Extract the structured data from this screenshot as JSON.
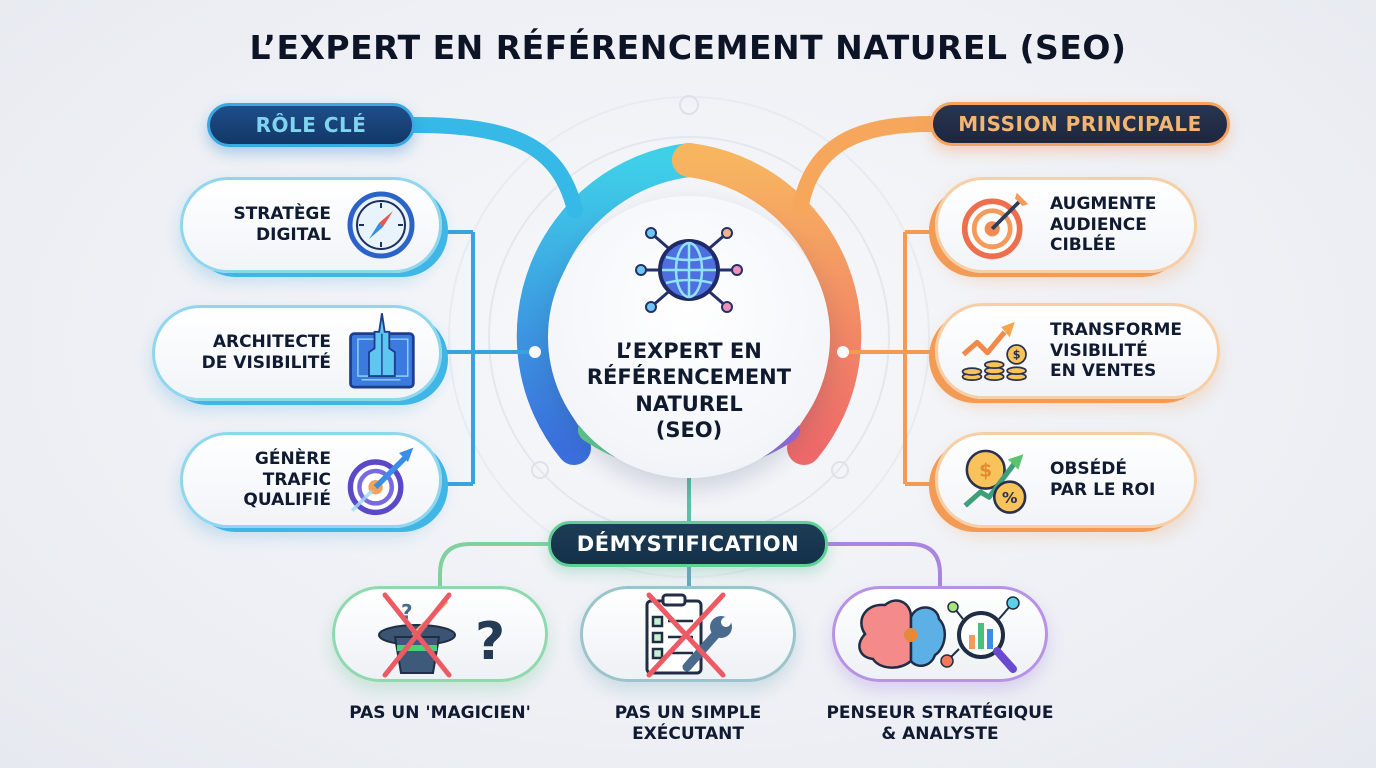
{
  "title": "L’EXPERT EN RÉFÉRENCEMENT NATUREL (SEO)",
  "center": {
    "label": "L’EXPERT EN RÉFÉRENCEMENT NATUREL (SEO)",
    "lines": [
      "L’EXPERT EN",
      "RÉFÉRENCEMENT",
      "NATUREL",
      "(SEO)"
    ],
    "icon": "globe-network-icon"
  },
  "role": {
    "header": "RÔLE CLÉ",
    "color": "#39a8e2",
    "items": [
      {
        "lines": [
          "STRATÈGE",
          "DIGITAL"
        ],
        "icon": "compass-icon"
      },
      {
        "lines": [
          "ARCHITECTE",
          "DE VISIBILITÉ"
        ],
        "icon": "skyscraper-blueprint-icon"
      },
      {
        "lines": [
          "GÉNÈRE",
          "TRAFIC",
          "QUALIFIÉ"
        ],
        "icon": "target-arrow-icon"
      }
    ]
  },
  "mission": {
    "header": "MISSION PRINCIPALE",
    "color": "#f4a45e",
    "items": [
      {
        "lines": [
          "AUGMENTE",
          "AUDIENCE",
          "CIBLÉE"
        ],
        "icon": "bullseye-dart-icon"
      },
      {
        "lines": [
          "TRANSFORME",
          "VISIBILITÉ",
          "EN VENTES"
        ],
        "icon": "growth-coins-icon"
      },
      {
        "lines": [
          "OBSÉDÉ",
          "PAR LE ROI"
        ],
        "icon": "roi-dollar-percent-icon"
      }
    ]
  },
  "demystification": {
    "header": "DÉMYSTIFICATION",
    "items": [
      {
        "lines": [
          "PAS UN 'MAGICIEN'"
        ],
        "icon": "crossed-magic-hat-icon",
        "color": "#7fd1a0"
      },
      {
        "lines": [
          "PAS UN SIMPLE",
          "EXÉCUTANT"
        ],
        "icon": "crossed-checklist-wrench-icon",
        "color": "#8fb4c8"
      },
      {
        "lines": [
          "PENSEUR STRATÉGIQUE",
          "& ANALYSTE"
        ],
        "icon": "brain-magnifier-chart-icon",
        "color": "#b58be0"
      }
    ]
  }
}
